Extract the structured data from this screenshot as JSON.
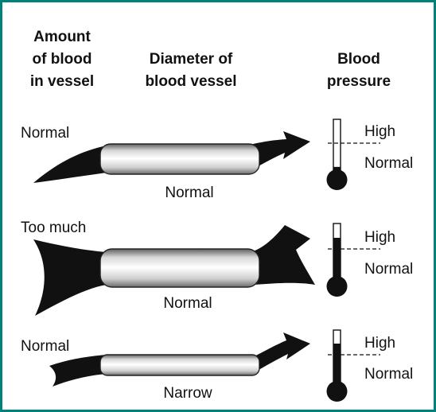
{
  "colors": {
    "frame": "#00827a",
    "ink": "#111111",
    "tube_light": "#ffffff",
    "tube_dark": "#7a7a7a"
  },
  "headers": {
    "amount": [
      "Amount",
      "of blood",
      "in vessel"
    ],
    "diameter": [
      "Diameter of",
      "blood vessel"
    ],
    "pressure": [
      "Blood",
      "pressure"
    ]
  },
  "rows": [
    {
      "amount_label": "Normal",
      "diameter_label": "Normal",
      "vessel_width": "normal",
      "blood_amount": "normal",
      "pressure_level": 0.12,
      "high_label": "High",
      "normal_label": "Normal"
    },
    {
      "amount_label": "Too much",
      "diameter_label": "Normal",
      "vessel_width": "normal",
      "blood_amount": "too much",
      "pressure_level": 0.75,
      "high_label": "High",
      "normal_label": "Normal"
    },
    {
      "amount_label": "Normal",
      "diameter_label": "Narrow",
      "vessel_width": "narrow",
      "blood_amount": "normal",
      "pressure_level": 0.75,
      "high_label": "High",
      "normal_label": "Normal"
    }
  ],
  "icons": {
    "flow": "blood-flow-arrow-icon",
    "thermometer": "pressure-gauge-icon"
  }
}
